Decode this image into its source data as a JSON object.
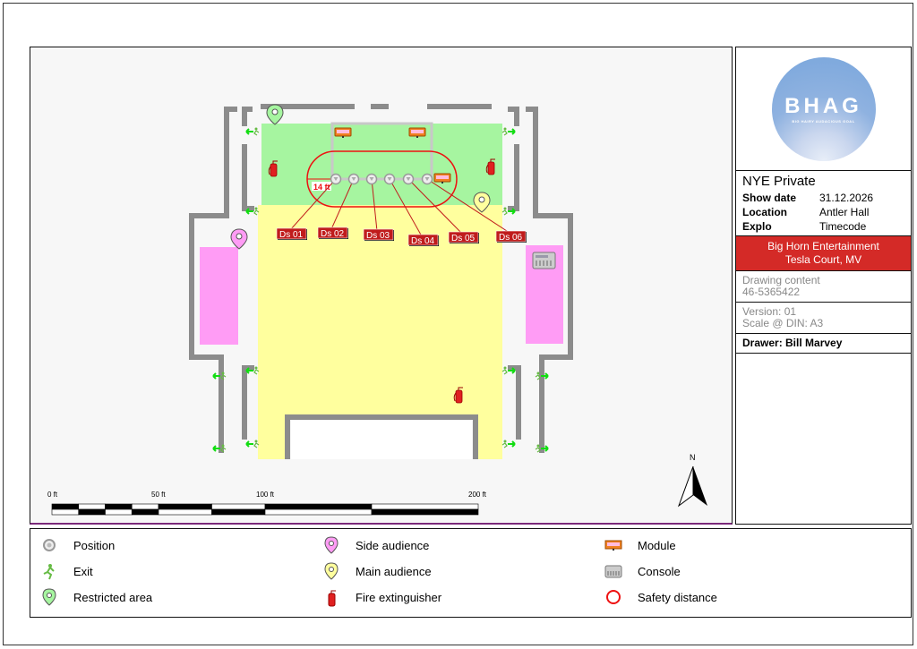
{
  "project": {
    "title": "NYE Private",
    "rows": [
      {
        "label": "Show date",
        "value": "31.12.2026"
      },
      {
        "label": "Location",
        "value": "Antler Hall"
      },
      {
        "label": "Explo",
        "value": "Timecode"
      }
    ]
  },
  "logo": {
    "text": "BHAG",
    "tagline": "BIG HAIRY AUDACIOUS GOAL"
  },
  "client": {
    "line1": "Big Horn Entertainment",
    "line2": "Tesla Court, MV"
  },
  "drawing": {
    "label": "Drawing content",
    "number": "46-5365422"
  },
  "version": {
    "version": "Version: 01",
    "scale": "Scale @ DIN: A3"
  },
  "drawer": "Drawer: Bill Marvey",
  "plan": {
    "positions": [
      "Ds 01",
      "Ds 02",
      "Ds 03",
      "Ds 04",
      "Ds 05",
      "Ds 06"
    ],
    "safety_distance": "14 ft",
    "north": "N",
    "scale_labels": [
      "0 ft",
      "50 ft",
      "100 ft",
      "200 ft"
    ],
    "colors": {
      "restricted": "#a6f5a0",
      "main_audience": "#ffff9e",
      "side_audience": "#ff9cf5",
      "wall": "#8c8c8c",
      "safety": "#e11",
      "label": "#c01c1c"
    }
  },
  "legend": [
    {
      "icon": "position-icon",
      "label": "Position"
    },
    {
      "icon": "exit-icon",
      "label": "Exit"
    },
    {
      "icon": "restricted-area-pin-icon",
      "label": "Restricted area"
    },
    {
      "icon": "side-audience-pin-icon",
      "label": "Side audience"
    },
    {
      "icon": "main-audience-pin-icon",
      "label": "Main audience"
    },
    {
      "icon": "fire-extinguisher-icon",
      "label": "Fire extinguisher"
    },
    {
      "icon": "module-icon",
      "label": "Module"
    },
    {
      "icon": "console-icon",
      "label": "Console"
    },
    {
      "icon": "safety-distance-icon",
      "label": "Safety distance"
    }
  ]
}
